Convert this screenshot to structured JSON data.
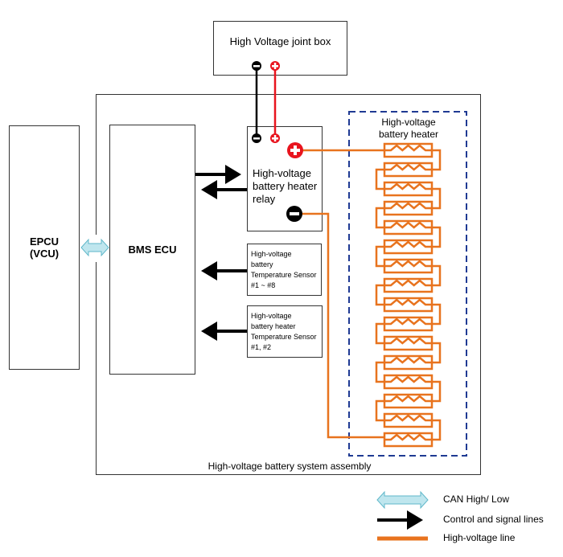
{
  "joint_box": {
    "label": "High Voltage joint box"
  },
  "assembly": {
    "label": "High-voltage battery system assembly"
  },
  "epcu": {
    "line1": "EPCU",
    "line2": "(VCU)"
  },
  "bms": {
    "label": "BMS ECU"
  },
  "relay": {
    "line1": "High-voltage",
    "line2": "battery heater",
    "line3": "relay"
  },
  "heater": {
    "line1": "High-voltage",
    "line2": "battery heater",
    "resistor_count": 16
  },
  "sensor1": {
    "line1": "High-voltage",
    "line2": "battery",
    "line3": "Temperature Sensor",
    "line4": "#1 ~ #8"
  },
  "sensor2": {
    "line1": "High-voltage",
    "line2": "battery heater",
    "line3": "Temperature Sensor",
    "line4": "#1, #2"
  },
  "terminals": {
    "negative": "negative-terminal",
    "positive": "positive-terminal"
  },
  "legend": {
    "can": "CAN High/ Low",
    "control": "Control and signal lines",
    "hv": "High-voltage line"
  },
  "colors": {
    "hv_line": "#e8731e",
    "positive": "#e8141e",
    "negative": "#000000",
    "heater_border": "#1f3a93",
    "can_fill": "#bfe6ee",
    "can_stroke": "#5fb7c9"
  }
}
